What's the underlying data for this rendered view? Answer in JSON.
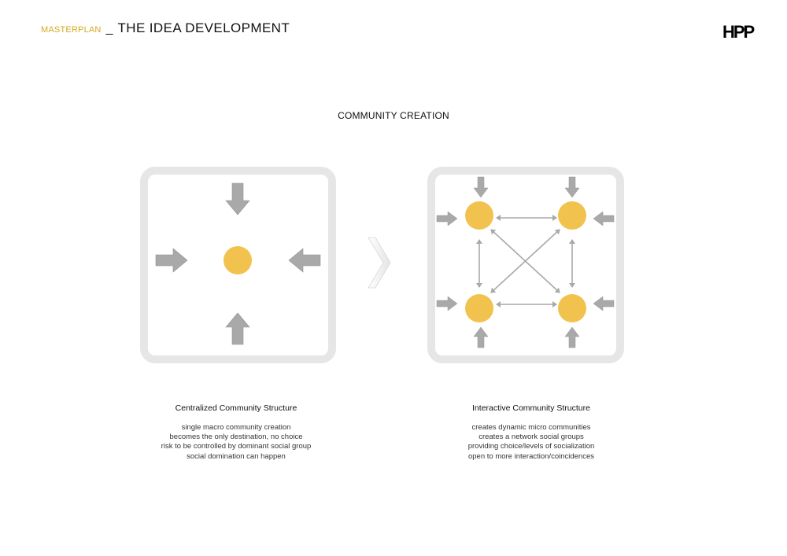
{
  "header": {
    "kicker": "MASTERPLAN",
    "separator": "_",
    "title": "THE IDEA DEVELOPMENT"
  },
  "logo": "HPP",
  "section_title": "COMMUNITY CREATION",
  "colors": {
    "node": "#f2c24e",
    "arrow": "#a9a9a9",
    "panel_border": "#e6e6e6"
  },
  "icons": [
    "arrow-down-icon",
    "arrow-right-icon",
    "arrow-left-icon",
    "arrow-up-icon",
    "chevron-right-icon",
    "double-arrow-icon"
  ],
  "panels": {
    "left": {
      "title": "Centralized Community Structure",
      "lines": [
        "single macro community creation",
        "becomes the only destination, no choice",
        "risk to be controlled by dominant social group",
        "social domination can happen"
      ]
    },
    "right": {
      "title": "Interactive Community Structure",
      "lines": [
        "creates dynamic micro communities",
        "creates a network social groups",
        "providing choice/levels of socialization",
        "open to more interaction/coincidences"
      ]
    }
  }
}
